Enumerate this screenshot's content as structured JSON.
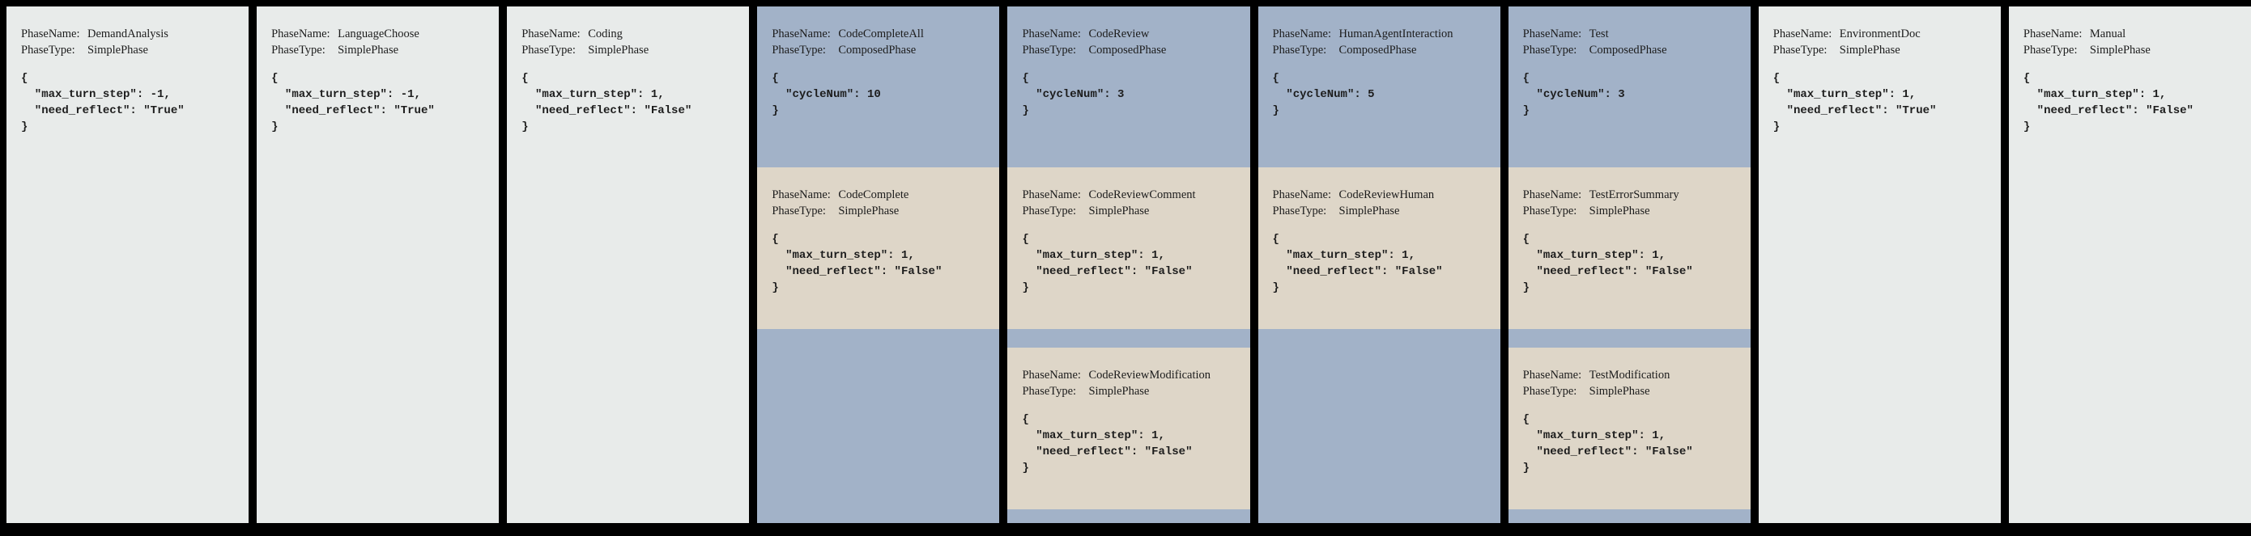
{
  "labels": {
    "phase_name": "PhaseName:",
    "phase_type": "PhaseType:"
  },
  "colors": {
    "background": "#000000",
    "simple_card_bg": "#e8ebea",
    "composed_card_bg": "#a2b2c8",
    "subphase_card_bg": "#ded6c8",
    "text": "#1c1c1c"
  },
  "phases": [
    {
      "name": "DemandAnalysis",
      "type": "SimplePhase",
      "config": "{\n  \"max_turn_step\": -1,\n  \"need_reflect\": \"True\"\n}"
    },
    {
      "name": "LanguageChoose",
      "type": "SimplePhase",
      "config": "{\n  \"max_turn_step\": -1,\n  \"need_reflect\": \"True\"\n}"
    },
    {
      "name": "Coding",
      "type": "SimplePhase",
      "config": "{\n  \"max_turn_step\": 1,\n  \"need_reflect\": \"False\"\n}"
    },
    {
      "name": "CodeCompleteAll",
      "type": "ComposedPhase",
      "config": "{\n  \"cycleNum\": 10\n}",
      "subphases": [
        {
          "name": "CodeComplete",
          "type": "SimplePhase",
          "config": "{\n  \"max_turn_step\": 1,\n  \"need_reflect\": \"False\"\n}"
        }
      ]
    },
    {
      "name": "CodeReview",
      "type": "ComposedPhase",
      "config": "{\n  \"cycleNum\": 3\n}",
      "subphases": [
        {
          "name": "CodeReviewComment",
          "type": "SimplePhase",
          "config": "{\n  \"max_turn_step\": 1,\n  \"need_reflect\": \"False\"\n}"
        },
        {
          "name": "CodeReviewModification",
          "type": "SimplePhase",
          "config": "{\n  \"max_turn_step\": 1,\n  \"need_reflect\": \"False\"\n}"
        }
      ]
    },
    {
      "name": "HumanAgentInteraction",
      "type": "ComposedPhase",
      "config": "{\n  \"cycleNum\": 5\n}",
      "subphases": [
        {
          "name": "CodeReviewHuman",
          "type": "SimplePhase",
          "config": "{\n  \"max_turn_step\": 1,\n  \"need_reflect\": \"False\"\n}"
        }
      ]
    },
    {
      "name": "Test",
      "type": "ComposedPhase",
      "config": "{\n  \"cycleNum\": 3\n}",
      "subphases": [
        {
          "name": "TestErrorSummary",
          "type": "SimplePhase",
          "config": "{\n  \"max_turn_step\": 1,\n  \"need_reflect\": \"False\"\n}"
        },
        {
          "name": "TestModification",
          "type": "SimplePhase",
          "config": "{\n  \"max_turn_step\": 1,\n  \"need_reflect\": \"False\"\n}"
        }
      ]
    },
    {
      "name": "EnvironmentDoc",
      "type": "SimplePhase",
      "config": "{\n  \"max_turn_step\": 1,\n  \"need_reflect\": \"True\"\n}"
    },
    {
      "name": "Manual",
      "type": "SimplePhase",
      "config": "{\n  \"max_turn_step\": 1,\n  \"need_reflect\": \"False\"\n}"
    }
  ]
}
